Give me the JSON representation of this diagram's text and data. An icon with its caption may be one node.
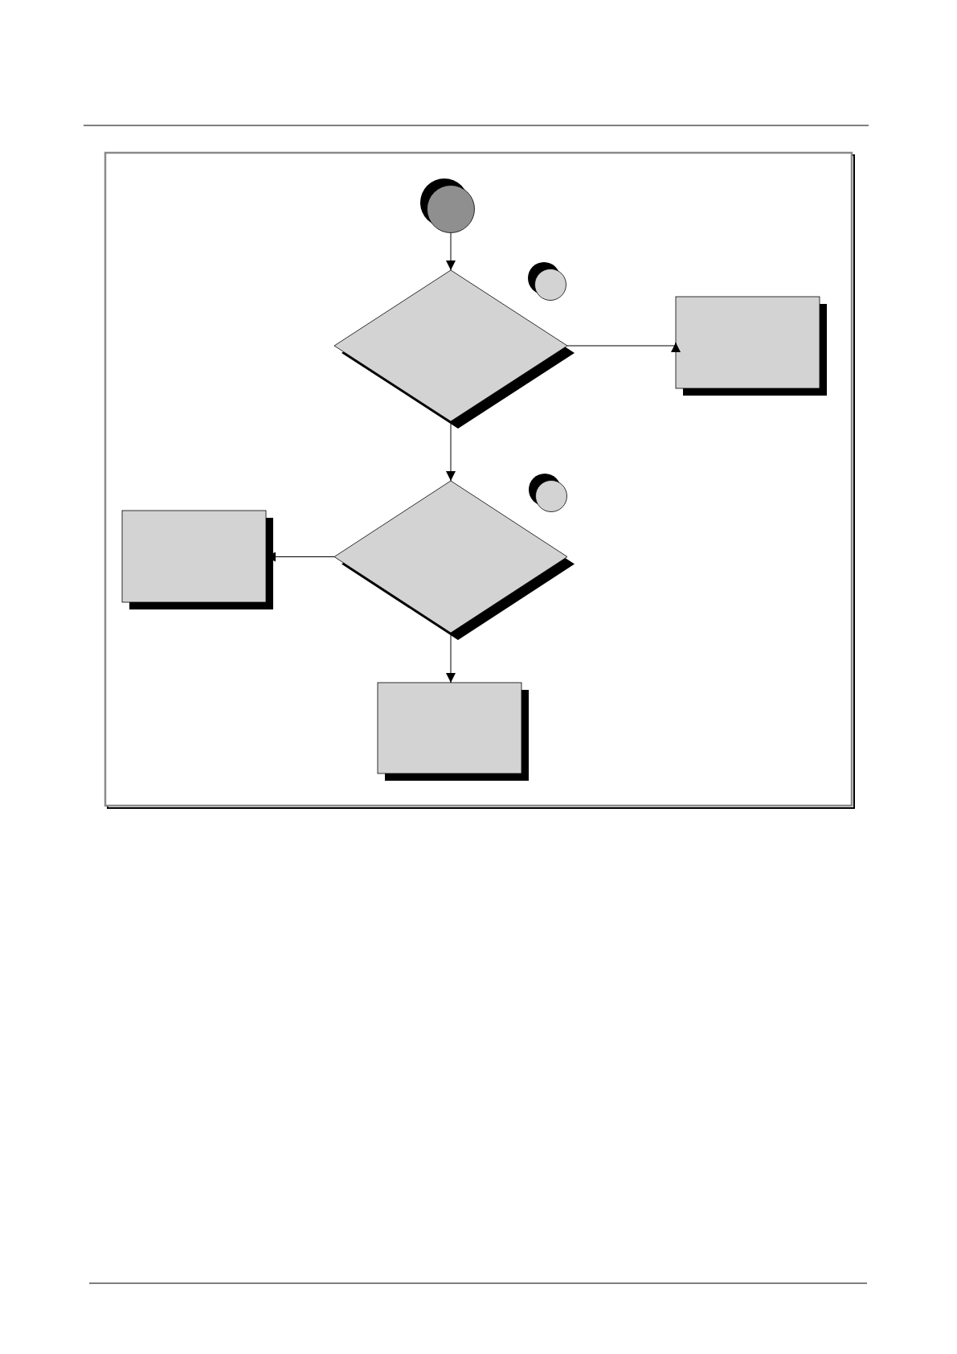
{
  "diagram": {
    "nodes": [
      {
        "text": [],
        "shape": "circle"
      },
      {
        "text": [],
        "shape": "diamond"
      },
      {
        "text": [],
        "shape": "circle"
      },
      {
        "text": [],
        "shape": "box"
      },
      {
        "text": [],
        "shape": "diamond"
      },
      {
        "text": [],
        "shape": "circle"
      },
      {
        "text": [],
        "shape": "box"
      },
      {
        "text": [],
        "shape": "box"
      }
    ],
    "edges": [
      {
        "from": 0,
        "to": 1,
        "arrow": "to"
      },
      {
        "from": 1,
        "to": 3,
        "arrow": "to"
      },
      {
        "from": 1,
        "to": 4,
        "arrow": "to"
      },
      {
        "from": 4,
        "to": 6,
        "arrow": "to"
      },
      {
        "from": 4,
        "to": 7,
        "arrow": "to"
      }
    ]
  }
}
